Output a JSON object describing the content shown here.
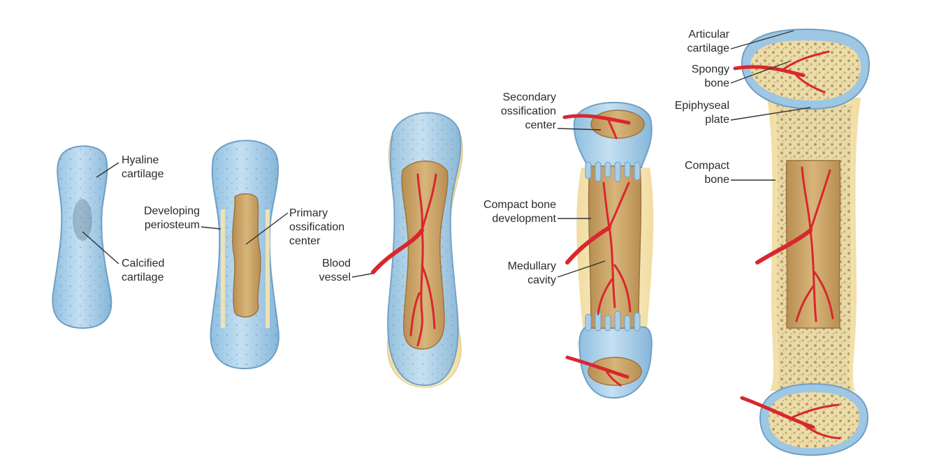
{
  "labels": {
    "hyaline_cartilage": [
      "Hyaline",
      "cartilage"
    ],
    "calcified_cartilage": [
      "Calcified",
      "cartilage"
    ],
    "developing_periosteum": [
      "Developing",
      "periosteum"
    ],
    "primary_ossification_center": [
      "Primary",
      "ossification",
      "center"
    ],
    "blood_vessel": [
      "Blood",
      "vessel"
    ],
    "secondary_ossification_center": [
      "Secondary",
      "ossification",
      "center"
    ],
    "compact_bone_development": [
      "Compact bone",
      "development"
    ],
    "medullary_cavity": [
      "Medullary",
      "cavity"
    ],
    "articular_cartilage": [
      "Articular",
      "cartilage"
    ],
    "spongy_bone": [
      "Spongy",
      "bone"
    ],
    "epiphyseal_plate": [
      "Epiphyseal",
      "plate"
    ],
    "compact_bone": [
      "Compact",
      "bone"
    ]
  },
  "colors": {
    "cartilage": "#a9cfe8",
    "cartilage_edge": "#6f9fc4",
    "periosteum": "#f7e6b5",
    "bone": "#cda66b",
    "spongy": "#e9d9a6",
    "vessel": "#d8272e",
    "leader": "#333333"
  }
}
